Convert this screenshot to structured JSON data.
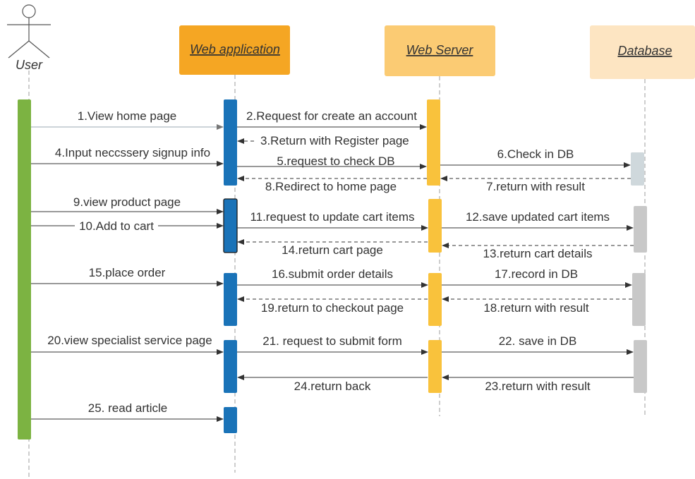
{
  "user": {
    "label": "User"
  },
  "participants": [
    {
      "id": "webapp",
      "label": "Web application",
      "fill": "#F5A623"
    },
    {
      "id": "webserver",
      "label": "Web Server",
      "fill": "#FBCB73"
    },
    {
      "id": "database",
      "label": "Database",
      "fill": "#FDE5C2"
    }
  ],
  "colors": {
    "user_bar": "#7CB342",
    "webapp_bar": "#1A73B8",
    "webserver_bar": "#F9C23C",
    "database_bar_first": "#CFD8DC",
    "database_bar": "#C8C8C8",
    "lifeline": "#9E9E9E",
    "arrow": "#333333"
  },
  "messages": [
    {
      "n": 1,
      "label": "1.View  home page",
      "from": "user",
      "to": "webapp",
      "style": "solid-gray"
    },
    {
      "n": 2,
      "label": "2.Request for create an account",
      "from": "webapp",
      "to": "webserver",
      "style": "solid"
    },
    {
      "n": 3,
      "label": "3.Return with Register page",
      "from": "webserver",
      "to": "webapp",
      "style": "dashed"
    },
    {
      "n": 4,
      "label": "4.Input neccssery signup info",
      "from": "user",
      "to": "webapp",
      "style": "solid"
    },
    {
      "n": 5,
      "label": "5.request to check DB",
      "from": "webapp",
      "to": "webserver",
      "style": "solid"
    },
    {
      "n": 6,
      "label": "6.Check in DB",
      "from": "webserver",
      "to": "database",
      "style": "solid"
    },
    {
      "n": 7,
      "label": "7.return with result",
      "from": "database",
      "to": "webserver",
      "style": "dashed"
    },
    {
      "n": 8,
      "label": "8.Redirect to home page",
      "from": "webserver",
      "to": "webapp",
      "style": "dashed"
    },
    {
      "n": 9,
      "label": "9.view product page",
      "from": "user",
      "to": "webapp",
      "style": "solid"
    },
    {
      "n": 10,
      "label": "10.Add to cart",
      "from": "user",
      "to": "webapp",
      "style": "solid"
    },
    {
      "n": 11,
      "label": "11.request to update cart items",
      "from": "webapp",
      "to": "webserver",
      "style": "solid"
    },
    {
      "n": 12,
      "label": "12.save updated cart items",
      "from": "webserver",
      "to": "database",
      "style": "solid"
    },
    {
      "n": 13,
      "label": "13.return cart details",
      "from": "database",
      "to": "webserver",
      "style": "dashed"
    },
    {
      "n": 14,
      "label": "14.return cart page",
      "from": "webserver",
      "to": "webapp",
      "style": "dashed"
    },
    {
      "n": 15,
      "label": "15.place order",
      "from": "user",
      "to": "webapp",
      "style": "solid"
    },
    {
      "n": 16,
      "label": "16.submit order details",
      "from": "webapp",
      "to": "webserver",
      "style": "solid"
    },
    {
      "n": 17,
      "label": "17.record in DB",
      "from": "webserver",
      "to": "database",
      "style": "solid"
    },
    {
      "n": 18,
      "label": "18.return with result",
      "from": "database",
      "to": "webserver",
      "style": "dashed"
    },
    {
      "n": 19,
      "label": "19.return  to checkout page",
      "from": "webserver",
      "to": "webapp",
      "style": "dashed"
    },
    {
      "n": 20,
      "label": "20.view specialist service page",
      "from": "user",
      "to": "webapp",
      "style": "solid"
    },
    {
      "n": 21,
      "label": "21. request to submit form",
      "from": "webapp",
      "to": "webserver",
      "style": "solid"
    },
    {
      "n": 22,
      "label": "22. save in DB",
      "from": "webserver",
      "to": "database",
      "style": "solid"
    },
    {
      "n": 23,
      "label": "23.return with result",
      "from": "database",
      "to": "webserver",
      "style": "solid"
    },
    {
      "n": 24,
      "label": "24.return back",
      "from": "webserver",
      "to": "webapp",
      "style": "solid"
    },
    {
      "n": 25,
      "label": "25. read article",
      "from": "user",
      "to": "webapp",
      "style": "solid"
    }
  ]
}
